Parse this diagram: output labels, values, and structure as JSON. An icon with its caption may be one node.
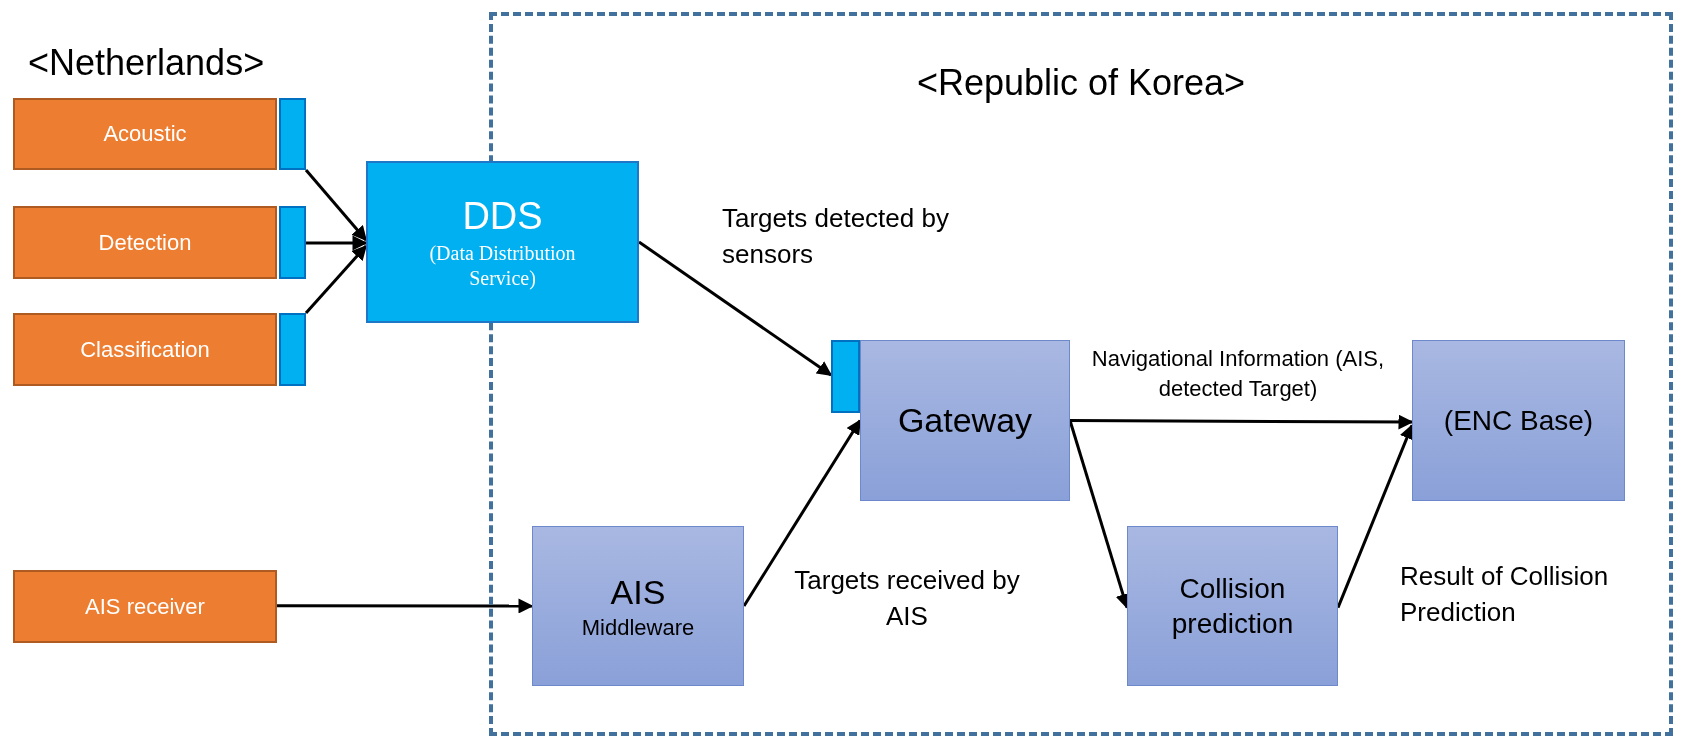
{
  "diagram": {
    "nodes": [
      {
        "text": [
          "<Republic of Korea>"
        ]
      },
      {
        "text": [
          "Acoustic"
        ]
      },
      {
        "text": [],
        "shape": "box"
      },
      {
        "text": [
          "Detection"
        ]
      },
      {
        "text": [],
        "shape": "box"
      },
      {
        "text": [
          "Classification"
        ]
      },
      {
        "text": [],
        "shape": "box"
      },
      {
        "text": [
          "DDS",
          "(Data Distribution Service)"
        ]
      },
      {
        "text": [],
        "shape": "box",
        "in": 0
      },
      {
        "text": [
          "Gateway"
        ],
        "in": 0
      },
      {
        "text": [
          "AIS receiver"
        ]
      },
      {
        "text": [
          "AIS",
          "Middleware"
        ],
        "in": 0
      },
      {
        "text": [
          "Collision prediction"
        ],
        "in": 0
      },
      {
        "text": [
          "(ENC Base)"
        ],
        "in": 0
      }
    ],
    "edges": [
      {
        "from": 2,
        "to": 7,
        "arrow": "to"
      },
      {
        "from": 4,
        "to": 7,
        "arrow": "to"
      },
      {
        "from": 6,
        "to": 7,
        "arrow": "to"
      },
      {
        "from": 7,
        "to": 8,
        "arrow": "to",
        "label": "Targets detected by sensors"
      },
      {
        "from": 10,
        "to": 11,
        "arrow": "to"
      },
      {
        "from": 11,
        "to": 9,
        "arrow": "to",
        "label": "Targets received by AIS"
      },
      {
        "from": 9,
        "to": 13,
        "arrow": "to",
        "label": "Navigational Information (AIS, detected Target)"
      },
      {
        "from": 9,
        "to": 12,
        "arrow": "to"
      },
      {
        "from": 12,
        "to": 13,
        "arrow": "to",
        "label": "Result of Collision Prediction"
      }
    ],
    "labels": [
      "<Netherlands>"
    ]
  }
}
